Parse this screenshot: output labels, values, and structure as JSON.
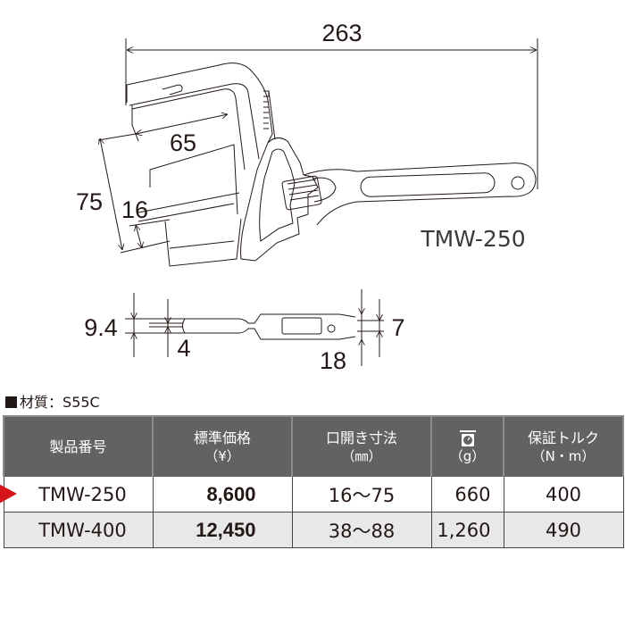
{
  "drawing": {
    "model_label": "TMW-250",
    "dimensions": {
      "overall_length": "263",
      "jaw_depth": "65",
      "max_opening": "75",
      "min_opening": "16",
      "head_thickness": "9.4",
      "jaw_tip_thickness": "4",
      "handle_thickness": "7",
      "handle_width": "18"
    }
  },
  "material": {
    "label": "材質",
    "separator": "：",
    "value": "S55C"
  },
  "table": {
    "headers": [
      {
        "title": "製品番号",
        "sub": ""
      },
      {
        "title": "標準価格",
        "sub": "（¥）"
      },
      {
        "title": "口開き寸法",
        "sub": "（㎜）"
      },
      {
        "title": "",
        "sub": "（g）",
        "icon": "scale-icon"
      },
      {
        "title": "保証トルク",
        "sub": "（N・m）"
      }
    ],
    "rows": [
      {
        "model": "TMW-250",
        "price": "8,600",
        "opening": "16～75",
        "weight": "660",
        "torque": "400",
        "highlighted": true
      },
      {
        "model": "TMW-400",
        "price": "12,450",
        "opening": "38～88",
        "weight": "1,260",
        "torque": "490",
        "highlighted": false
      }
    ]
  },
  "colors": {
    "header_bg": "#626262",
    "marker": "#d7141b",
    "alt_row": "#e8e8e8"
  }
}
